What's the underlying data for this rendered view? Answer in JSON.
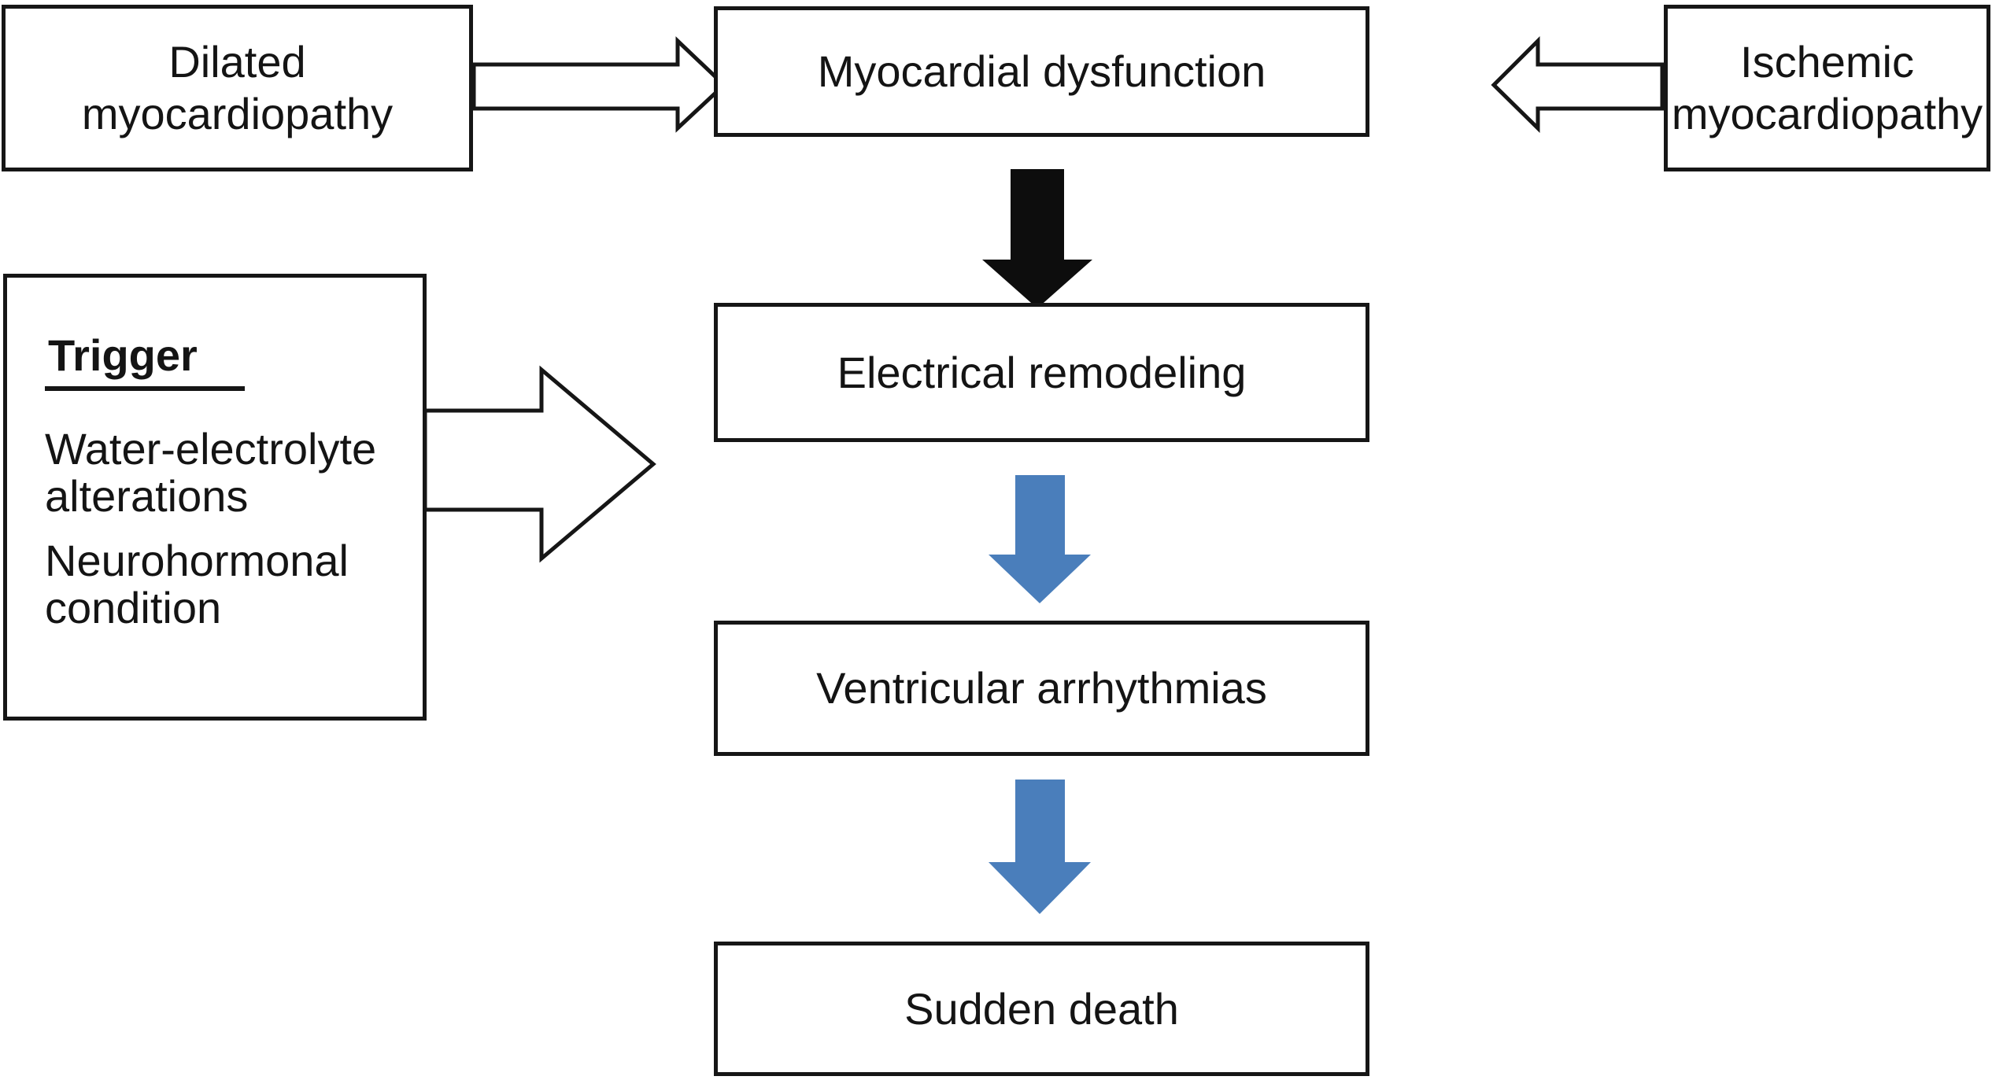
{
  "colors": {
    "outline": "#161616",
    "text": "#141414",
    "white_arrow_fill": "#ffffff",
    "black_arrow": "#0d0d0d",
    "blue_arrow": "#4a7ebb",
    "background": "#ffffff"
  },
  "boxes": {
    "dilated": {
      "line1": "Dilated",
      "line2": "myocardiopathy"
    },
    "ischemic": {
      "line1": "Ischemic",
      "line2": "myocardiopathy"
    },
    "myocardial": {
      "label": "Myocardial dysfunction"
    },
    "electrical": {
      "label": "Electrical remodeling"
    },
    "ventricular": {
      "label": "Ventricular arrhythmias"
    },
    "sudden": {
      "label": "Sudden death"
    },
    "trigger": {
      "heading": "Trigger",
      "item1": "Water-electrolyte alterations",
      "item2": "Neurohormonal condition"
    }
  },
  "flow": [
    {
      "from": "Dilated myocardiopathy",
      "to": "Myocardial dysfunction",
      "arrow_style": "white-outline-right"
    },
    {
      "from": "Ischemic myocardiopathy",
      "to": "Myocardial dysfunction",
      "arrow_style": "white-outline-left"
    },
    {
      "from": "Trigger (Water-electrolyte alterations, Neurohormonal condition)",
      "to": "Electrical remodeling / Ventricular arrhythmias",
      "arrow_style": "white-outline-right"
    },
    {
      "from": "Myocardial dysfunction",
      "to": "Electrical remodeling",
      "arrow_style": "black-solid-down"
    },
    {
      "from": "Electrical remodeling",
      "to": "Ventricular arrhythmias",
      "arrow_style": "blue-solid-down"
    },
    {
      "from": "Ventricular arrhythmias",
      "to": "Sudden death",
      "arrow_style": "blue-solid-down"
    }
  ]
}
